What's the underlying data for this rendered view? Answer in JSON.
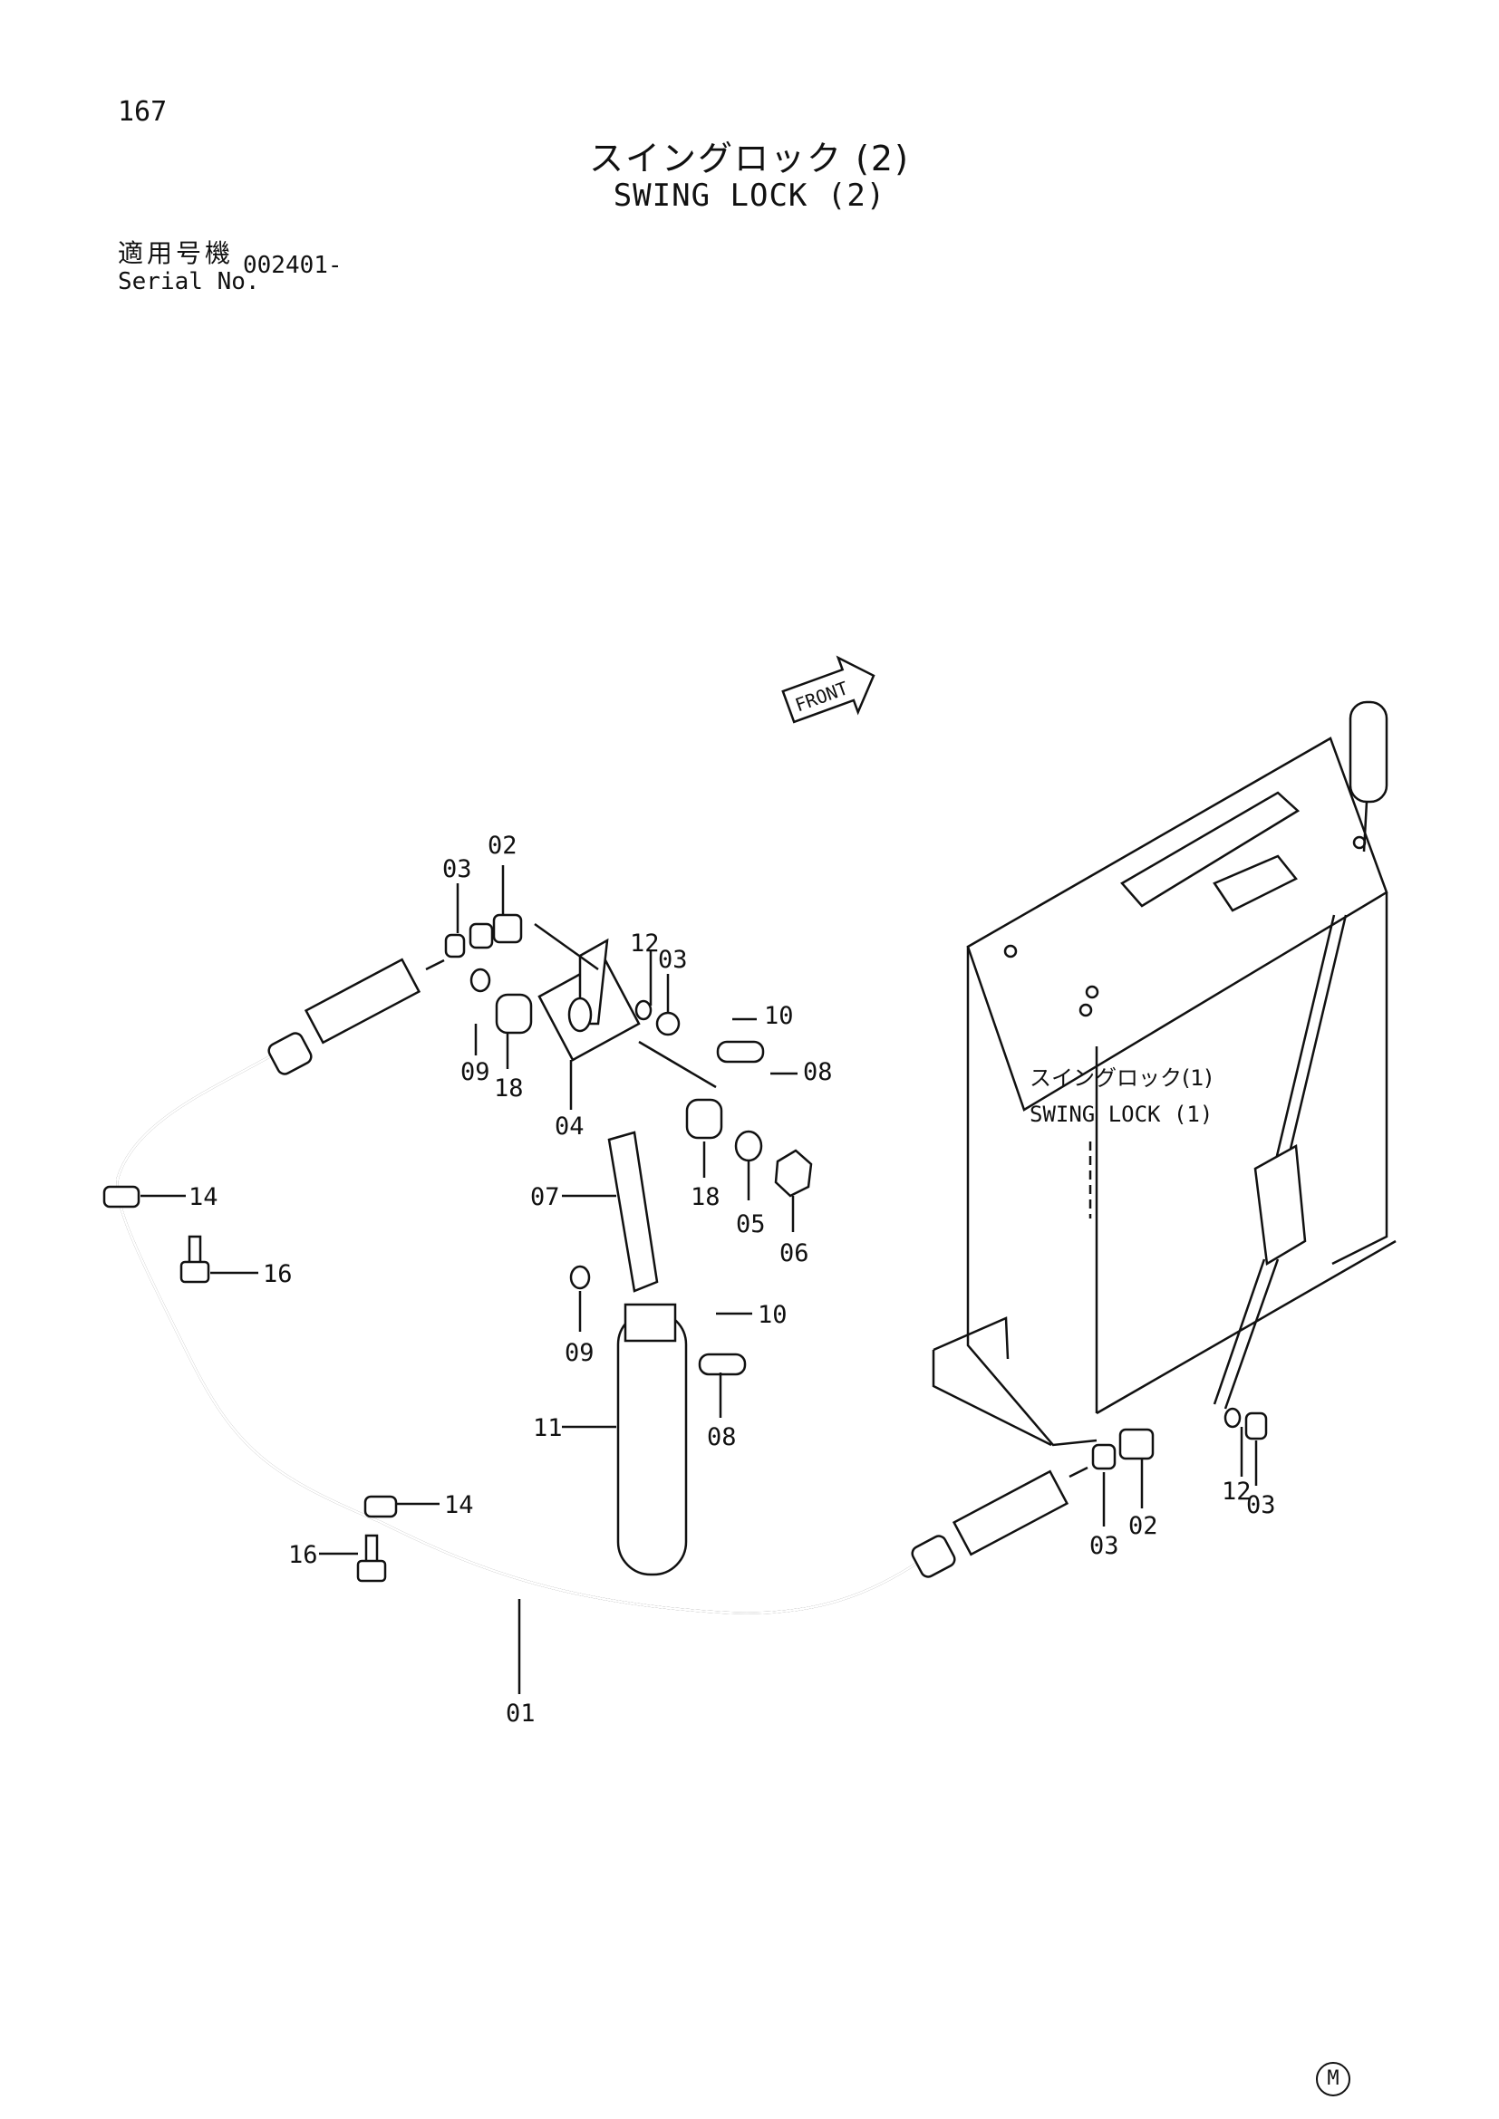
{
  "page": {
    "number": "167",
    "title_jp": "スイングロック (2)",
    "title_en": "SWING LOCK (2)",
    "serial_label_jp": "適用号機",
    "serial_label_en": "Serial No.",
    "serial_value": "002401-",
    "mark": "M"
  },
  "diagram": {
    "front_label": "FRONT",
    "reference_jp": "スイングロック(1)",
    "reference_en": "SWING LOCK (1)",
    "callouts": {
      "c01": "01",
      "c02a": "02",
      "c02b": "02",
      "c03a": "03",
      "c03b": "03",
      "c03c": "03",
      "c03d": "03",
      "c04": "04",
      "c05": "05",
      "c06": "06",
      "c07": "07",
      "c08a": "08",
      "c08b": "08",
      "c09a": "09",
      "c09b": "09",
      "c10a": "10",
      "c10b": "10",
      "c11": "11",
      "c12a": "12",
      "c12b": "12",
      "c14a": "14",
      "c14b": "14",
      "c16a": "16",
      "c16b": "16",
      "c18a": "18",
      "c18b": "18"
    }
  }
}
